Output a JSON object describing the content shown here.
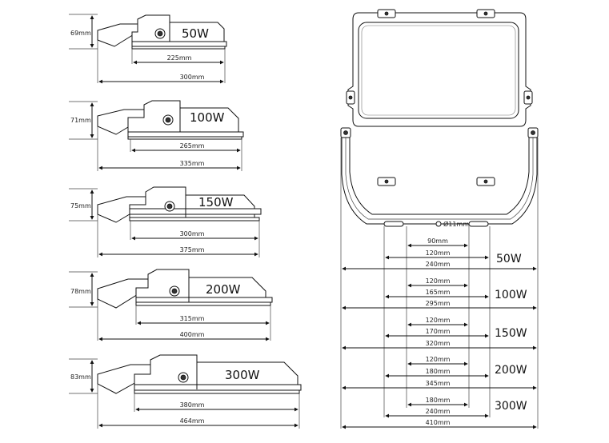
{
  "side_views": [
    {
      "power": "50W",
      "height": "69mm",
      "mount": "225mm",
      "length": "300mm"
    },
    {
      "power": "100W",
      "height": "71mm",
      "mount": "265mm",
      "length": "335mm"
    },
    {
      "power": "150W",
      "height": "75mm",
      "mount": "300mm",
      "length": "375mm"
    },
    {
      "power": "200W",
      "height": "78mm",
      "mount": "315mm",
      "length": "400mm"
    },
    {
      "power": "300W",
      "height": "83mm",
      "mount": "380mm",
      "length": "464mm"
    }
  ],
  "front_view": {
    "hole_label": "Ø11mm",
    "groups": [
      {
        "power": "50W",
        "values": [
          "90mm",
          "120mm",
          "240mm"
        ]
      },
      {
        "power": "100W",
        "values": [
          "120mm",
          "165mm",
          "295mm"
        ]
      },
      {
        "power": "150W",
        "values": [
          "120mm",
          "170mm",
          "320mm"
        ]
      },
      {
        "power": "200W",
        "values": [
          "120mm",
          "180mm",
          "345mm"
        ]
      },
      {
        "power": "300W",
        "values": [
          "180mm",
          "240mm",
          "410mm"
        ]
      }
    ]
  }
}
